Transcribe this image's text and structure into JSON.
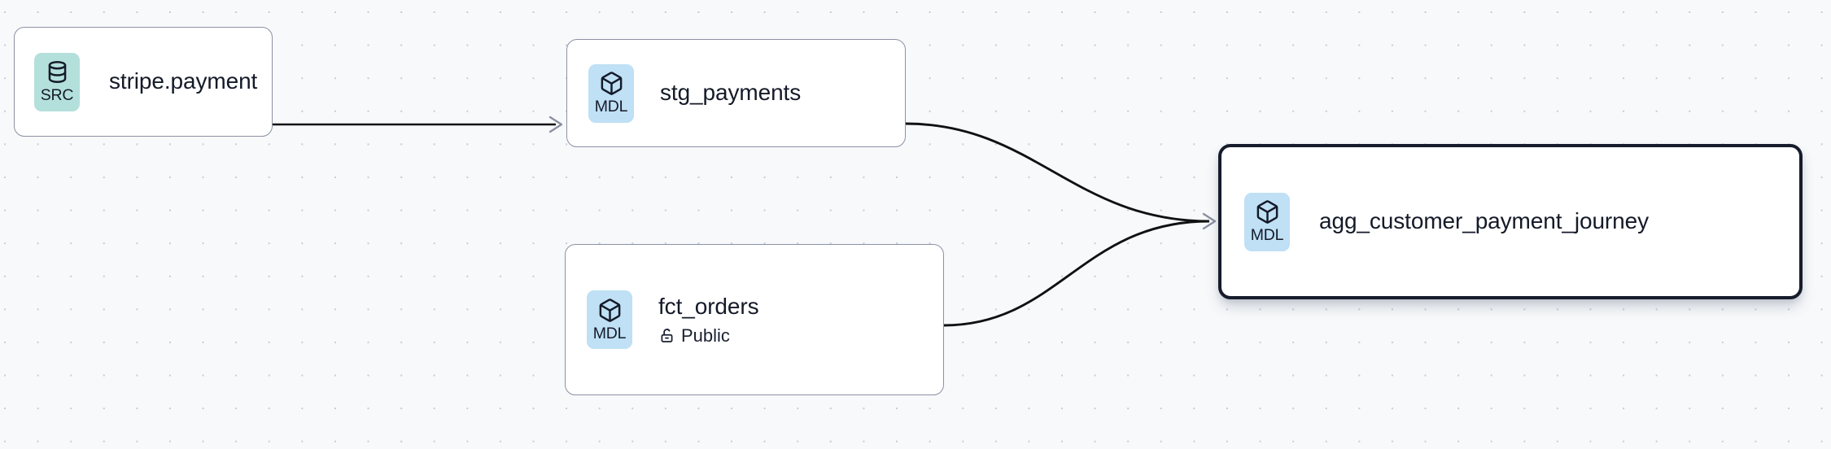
{
  "canvas": {
    "background_color": "#f7f9fb",
    "dot_color": "#c7ccd6",
    "edge_color": "#111111",
    "arrow_color": "#8a90a0"
  },
  "graph": {
    "nodes": [
      {
        "id": "stripe-payment",
        "title": "stripe.payment",
        "badge_label": "SRC",
        "badge_icon": "database-icon",
        "badge_color": "#b4e0dc",
        "selected": false,
        "subtitle": null,
        "subtitle_icon": null
      },
      {
        "id": "stg-payments",
        "title": "stg_payments",
        "badge_label": "MDL",
        "badge_icon": "cube-icon",
        "badge_color": "#bfe0f5",
        "selected": false,
        "subtitle": null,
        "subtitle_icon": null
      },
      {
        "id": "fct-orders",
        "title": "fct_orders",
        "badge_label": "MDL",
        "badge_icon": "cube-icon",
        "badge_color": "#bfe0f5",
        "selected": false,
        "subtitle": "Public",
        "subtitle_icon": "unlock-icon"
      },
      {
        "id": "agg-customer-payment-journey",
        "title": "agg_customer_payment_journey",
        "badge_label": "MDL",
        "badge_icon": "cube-icon",
        "badge_color": "#bfe0f5",
        "selected": true,
        "subtitle": null,
        "subtitle_icon": null
      }
    ],
    "edges": [
      {
        "id": "e1",
        "from": "stripe-payment",
        "to": "stg-payments",
        "style": "straight"
      },
      {
        "id": "e2",
        "from": "stg-payments",
        "to": "agg-customer-payment-journey",
        "style": "bezier"
      },
      {
        "id": "e3",
        "from": "fct-orders",
        "to": "agg-customer-payment-journey",
        "style": "bezier"
      }
    ]
  }
}
